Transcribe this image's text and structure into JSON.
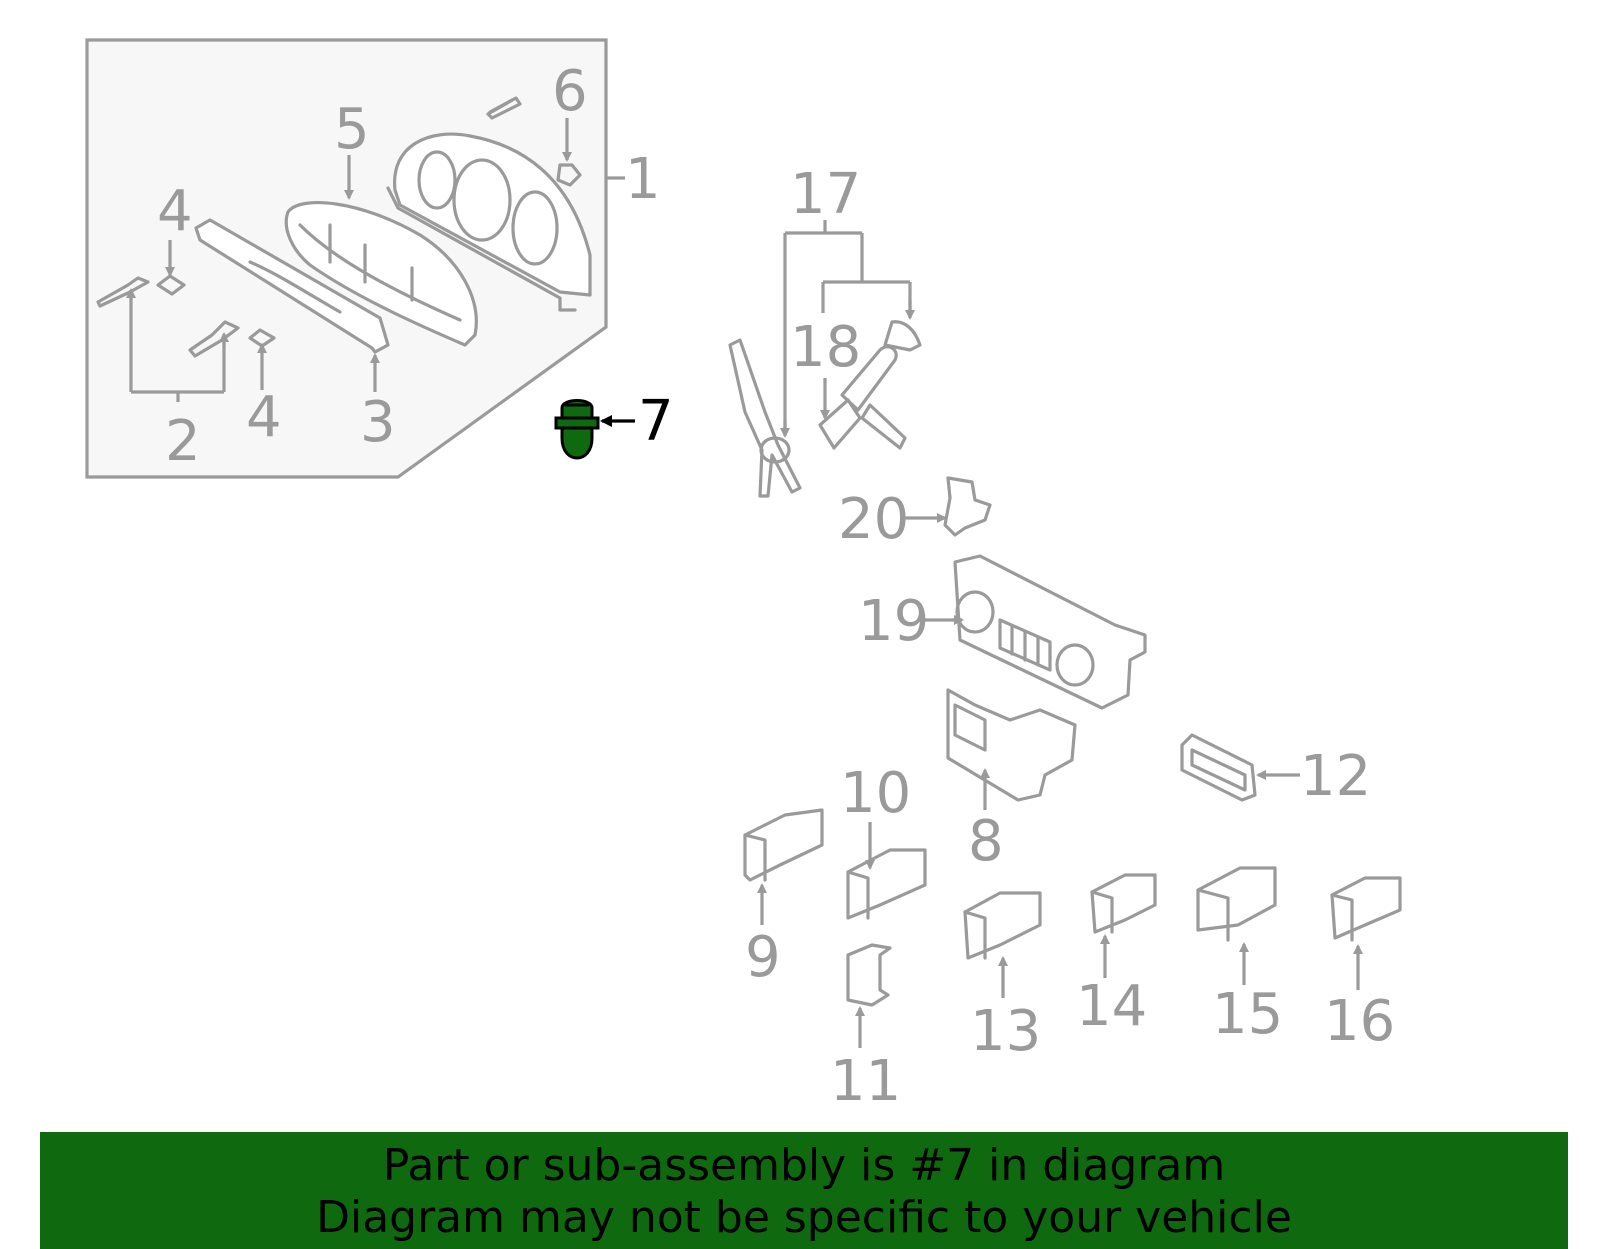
{
  "callouts": {
    "c1": "1",
    "c2": "2",
    "c3": "3",
    "c4a": "4",
    "c4b": "4",
    "c5": "5",
    "c6": "6",
    "c7": "7",
    "c8": "8",
    "c9": "9",
    "c10": "10",
    "c11": "11",
    "c12": "12",
    "c13": "13",
    "c14": "14",
    "c15": "15",
    "c16": "16",
    "c17": "17",
    "c18": "18",
    "c19": "19",
    "c20": "20"
  },
  "highlight": {
    "part_number": "7",
    "color": "#0f6a0f"
  },
  "colors": {
    "line": "#9a9a9a",
    "panel_fill": "#f7f7f7",
    "banner_bg": "#0f6a0f"
  },
  "banner": {
    "line1": "Part or sub-assembly is #7 in diagram",
    "line2": "Diagram may not be specific to your vehicle"
  }
}
